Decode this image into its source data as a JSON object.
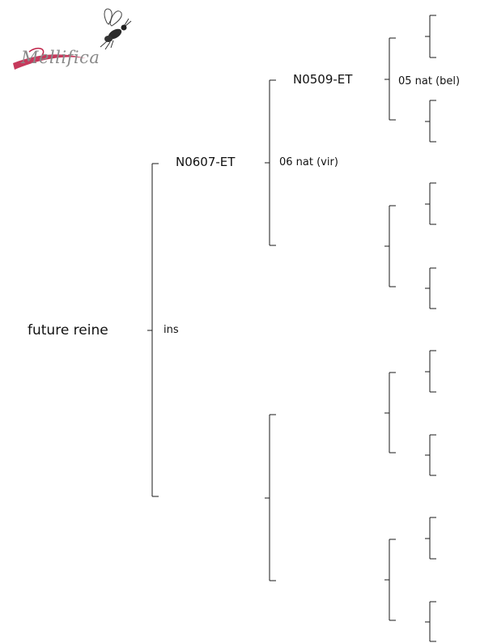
{
  "logo": {
    "text": "Mellifica",
    "icon": "bee-icon",
    "swirl_color": "#c0244a"
  },
  "tree": {
    "root": {
      "name": "future reine",
      "info": "ins"
    },
    "sire": {
      "name": "N0607-ET",
      "info": "06 nat (vir)"
    },
    "grandsire": {
      "name": "N0509-ET",
      "info": "05 nat (bel)"
    }
  },
  "colors": {
    "line": "#1a1a1a",
    "text": "#111111"
  }
}
